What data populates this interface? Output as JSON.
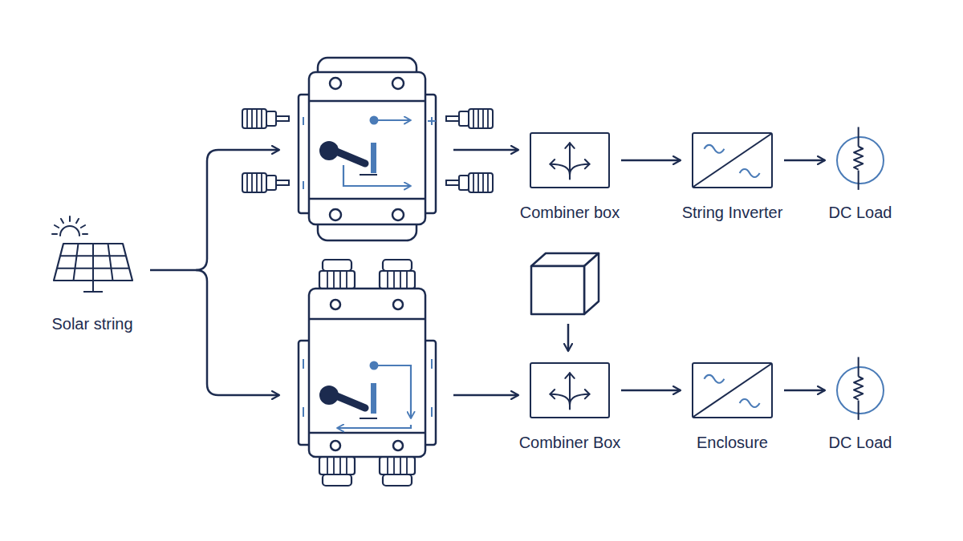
{
  "diagram": {
    "nodes": [
      {
        "text": [
          "Solar string"
        ]
      },
      {
        "text": [
          "Combiner box"
        ]
      },
      {
        "text": [
          "String Inverter"
        ]
      },
      {
        "text": [
          "DC Load"
        ]
      },
      {
        "text": [
          "Combiner Box"
        ]
      },
      {
        "text": [
          "Enclosure"
        ]
      },
      {
        "text": [
          "DC Load"
        ]
      }
    ],
    "edges": [
      {
        "from": 1,
        "to": 2,
        "arrow": "to"
      },
      {
        "from": 2,
        "to": 3,
        "arrow": "to"
      },
      {
        "from": 4,
        "to": 5,
        "arrow": "to"
      },
      {
        "from": 5,
        "to": 6,
        "arrow": "to"
      }
    ]
  }
}
